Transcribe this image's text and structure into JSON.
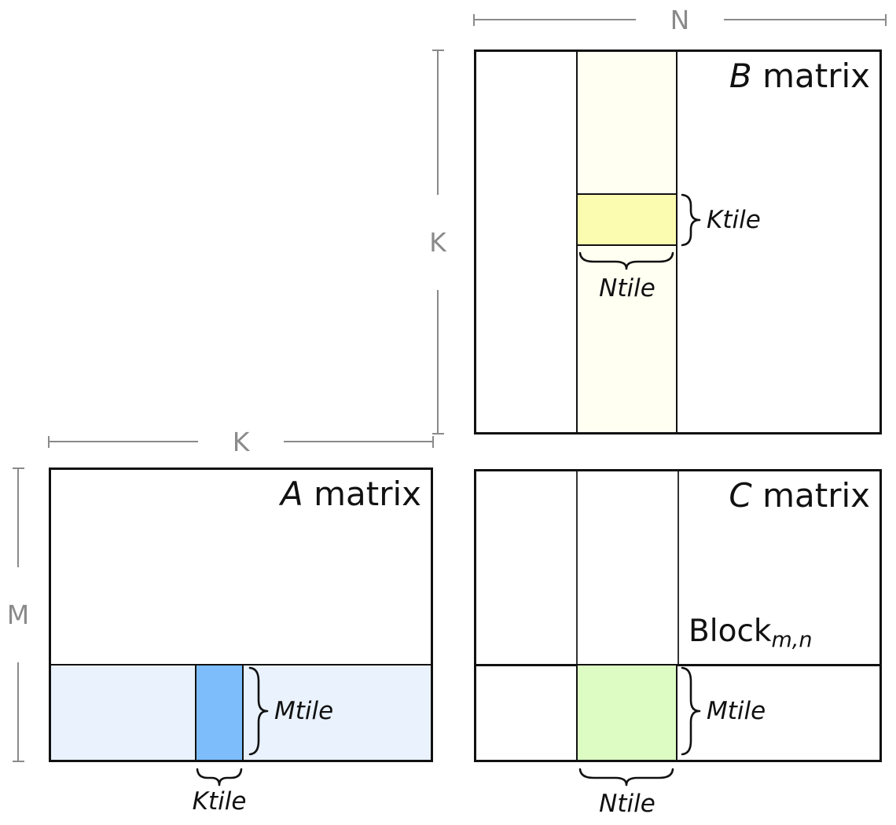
{
  "matrices": {
    "b": {
      "name_letter": "B",
      "name_rest": " matrix"
    },
    "a": {
      "name_letter": "A",
      "name_rest": " matrix"
    },
    "c": {
      "name_letter": "C",
      "name_rest": " matrix"
    }
  },
  "dimensions": {
    "n_label": "N",
    "k_label_b": "K",
    "k_label_a": "K",
    "m_label": "M"
  },
  "tile_labels": {
    "b_ktile": "Ktile",
    "b_ntile": "Ntile",
    "a_mtile": "Mtile",
    "a_ktile": "Ktile",
    "c_mtile": "Mtile",
    "c_ntile": "Ntile"
  },
  "block_label": {
    "base": "Block",
    "subscript": "m,n"
  },
  "colors": {
    "b_column_strip": "#fffff2",
    "b_ktile_fill": "#fcfcb0",
    "a_row_strip": "#e9f2fd",
    "a_ktile_fill": "#7dbdfc",
    "c_block_fill": "#ddfcc4",
    "dimension_line": "#8a8a8a",
    "outline": "#111111"
  }
}
